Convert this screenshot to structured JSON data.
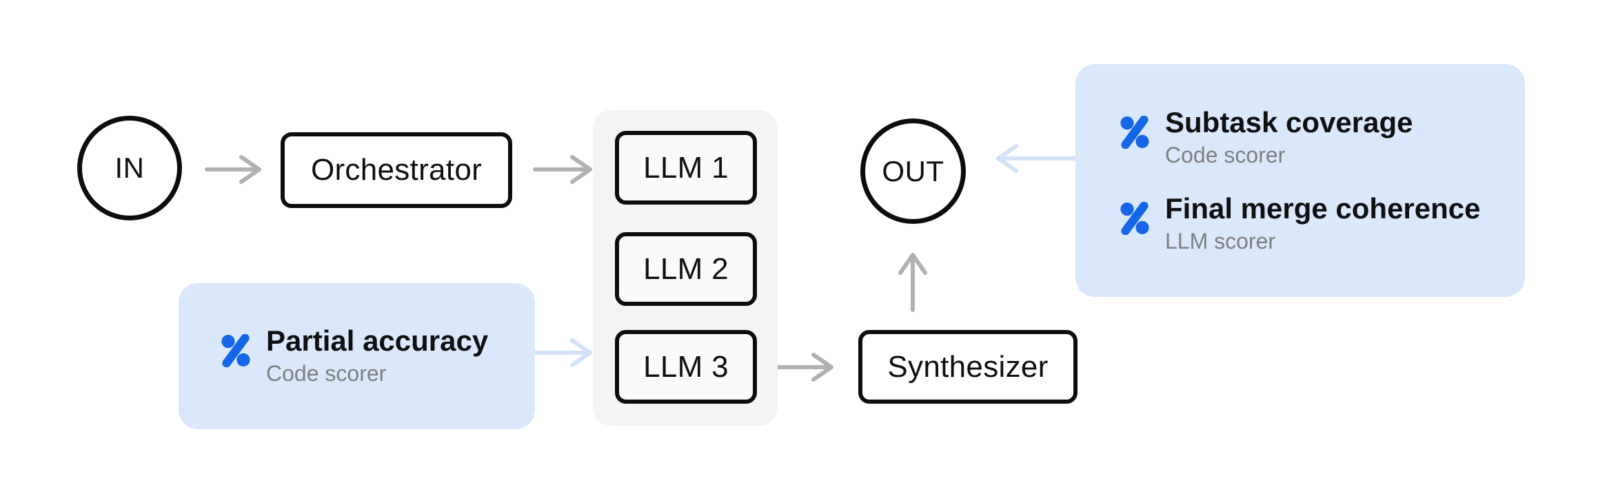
{
  "diagram": {
    "title_hint": "LLM orchestration pipeline with scorers",
    "nodes": {
      "in": {
        "label": "IN"
      },
      "orchestrator": {
        "label": "Orchestrator"
      },
      "llm1": {
        "label": "LLM 1"
      },
      "llm2": {
        "label": "LLM 2"
      },
      "llm3": {
        "label": "LLM 3"
      },
      "synthesizer": {
        "label": "Synthesizer"
      },
      "out": {
        "label": "OUT"
      }
    },
    "callouts": {
      "partial_accuracy": {
        "title": "Partial accuracy",
        "subtitle": "Code scorer",
        "icon": "percent-scorer-icon",
        "points_to": "llm3"
      },
      "subtask_coverage": {
        "title": "Subtask coverage",
        "subtitle": "Code scorer",
        "icon": "percent-scorer-icon",
        "points_to": "out"
      },
      "final_merge_coherence": {
        "title": "Final merge coherence",
        "subtitle": "LLM scorer",
        "icon": "percent-scorer-icon",
        "points_to": "out"
      }
    },
    "colors": {
      "accent_blue": "#1667e8",
      "callout_bg": "#dbe8fb",
      "callout_arrow": "#d3e2f8",
      "arrow_gray": "#b1b1b4",
      "node_border": "#0d0d0d",
      "stack_bg": "#f4f4f5",
      "llm_box_bg": "#fafafa",
      "subtitle_gray": "#7d7f83",
      "background": "#ffffff"
    }
  }
}
